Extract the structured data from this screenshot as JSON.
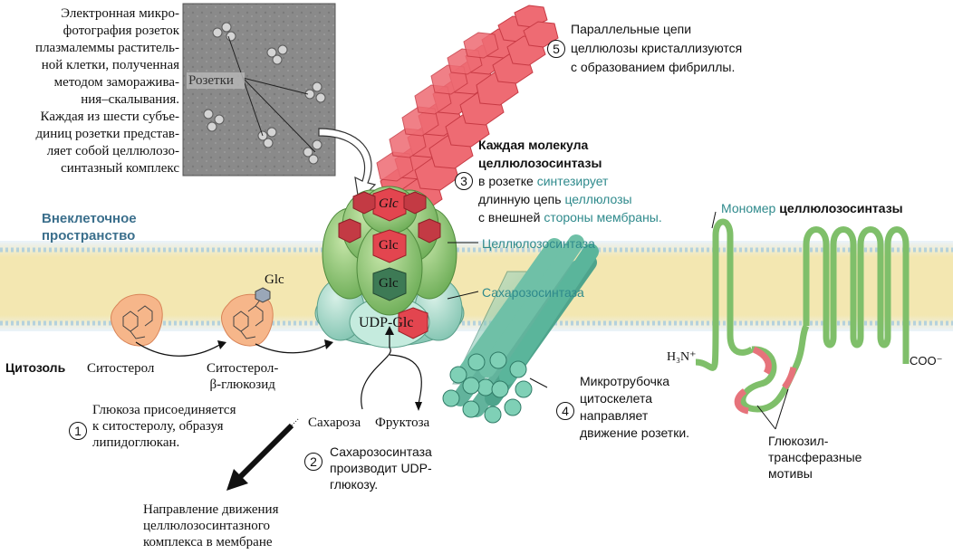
{
  "micrograph": {
    "caption_lines": [
      "Электронная микро-",
      "фотография розеток",
      "плазмалеммы раститель-",
      "ной клетки, полученная",
      "методом заморажива-",
      "ния–скалывания.",
      "Каждая из шести субъе-",
      "диниц розетки представ-",
      "ляет собой целлюлозо-",
      "синтазный комплекс"
    ],
    "rosettes_label": "Розетки"
  },
  "regions": {
    "extracellular_line1": "Внеклеточное",
    "extracellular_line2": "пространство",
    "cytosol": "Цитозоль"
  },
  "sterols": {
    "sitosterol": "Ситостерол",
    "glucoside_line1": "Ситостерол-",
    "glucoside_line2": "β-глюкозид",
    "glc": "Glc"
  },
  "steps": [
    {
      "num": "1",
      "lines": [
        "Глюкоза присоединяется",
        "к ситостеролу, образуя",
        "липидоглюкан."
      ]
    },
    {
      "num": "2",
      "lines": [
        "Сахарозосинтаза",
        "производит UDP-",
        "глюкозу."
      ]
    },
    {
      "num": "3",
      "prefix": "в розетке ",
      "highlight1": "синтезирует",
      "line3_prefix": "длинную цепь ",
      "highlight2": "целлюлозы",
      "line4_prefix": "с внешней ",
      "highlight3": "стороны мембраны.",
      "header_line1": "Каждая молекула",
      "header_line2": "целлюлозосинтазы"
    },
    {
      "num": "4",
      "lines": [
        "Микротрубочка",
        "цитоскелета",
        "направляет",
        "движение розетки."
      ]
    },
    {
      "num": "5",
      "lines": [
        "Параллельные цепи",
        "целлюлозы кристаллизуются",
        "с образованием фибриллы."
      ]
    }
  ],
  "complex": {
    "glc_top": "Glc",
    "glc_mid": "Glc",
    "glc_low": "Glc",
    "udp_glc_prefix": "UDP-",
    "udp_glc_suffix": "Glc",
    "cellulose_synthase": "Целлюлозосинтаза",
    "sucrose_synthase": "Сахарозосинтаза",
    "sucrose": "Сахароза",
    "fructose": "Фруктоза"
  },
  "direction": {
    "lines": [
      "Направление движения",
      "целлюлозосинтазного",
      "комплекса в мембране"
    ]
  },
  "monomer": {
    "title_prefix": "Мономер ",
    "title_bold": "целлюлозосинтазы",
    "n_term": "H₃N⁺",
    "c_term": "COO⁻",
    "motif_lines": [
      "Глюкозил-",
      "трансферазные",
      "мотивы"
    ]
  },
  "colors": {
    "membrane": "#f6e6a6",
    "synthase_green": "#8fc56e",
    "sucrose_synthase": "#a9d8c9",
    "cellulose_red": "#e85b63",
    "microtubule": "#5fb8a0",
    "accent_teal": "#2f8a8c",
    "label_blue": "#3b6f8c"
  }
}
